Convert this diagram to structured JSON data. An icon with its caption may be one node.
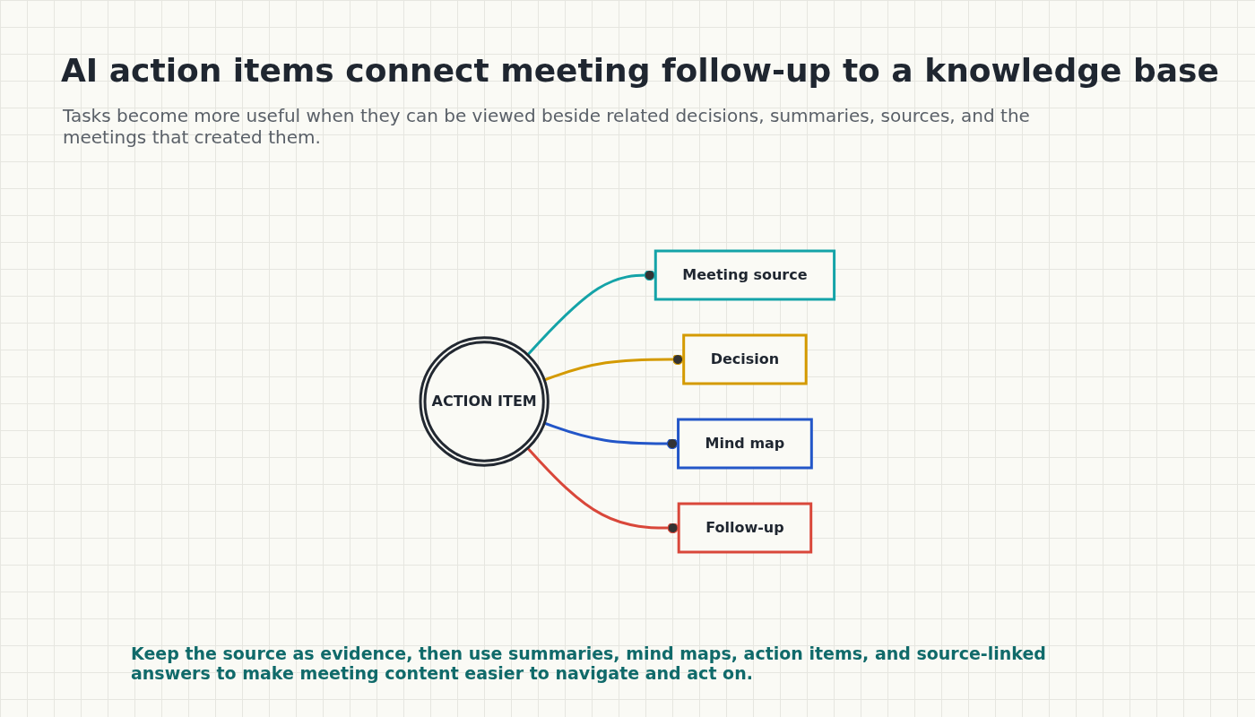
{
  "diagram": {
    "title": "AI action items connect meeting follow-up to a knowledge base",
    "nodes": [
      {
        "text": [
          "ACTION ITEM"
        ]
      },
      {
        "text": [
          "Meeting source"
        ]
      },
      {
        "text": [
          "Decision"
        ]
      },
      {
        "text": [
          "Mind map"
        ]
      },
      {
        "text": [
          "Follow-up"
        ]
      }
    ],
    "edges": [
      {
        "from": 0,
        "to": 1,
        "arrow": "other",
        "color": "#14a3a8"
      },
      {
        "from": 0,
        "to": 2,
        "arrow": "other",
        "color": "#d49a00"
      },
      {
        "from": 0,
        "to": 3,
        "arrow": "other",
        "color": "#2356c8"
      },
      {
        "from": 0,
        "to": 4,
        "arrow": "other",
        "color": "#d9473a"
      }
    ],
    "labels": [
      "Tasks become more useful when they can be viewed beside related decisions, summaries, sources, and the meetings that created them."
    ],
    "caption": "Keep the source as evidence, then use summaries, mind maps, action items, and source-linked answers to make meeting content easier to navigate and act on."
  }
}
